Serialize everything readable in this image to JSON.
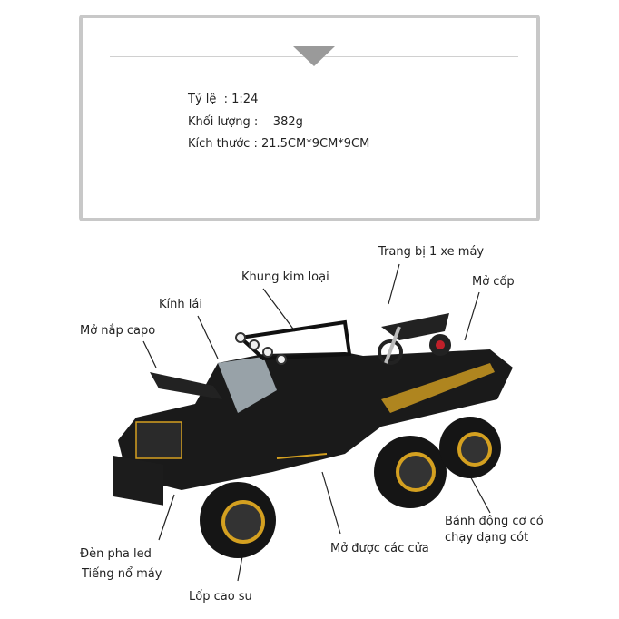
{
  "specs": {
    "scale": "Tỷ lệ  : 1:24",
    "weight": "Khối lượng :    382g",
    "size": "Kích thước : 21.5CM*9CM*9CM"
  },
  "labels": {
    "motorbike": "Trang bị 1 xe máy",
    "frame": "Khung kim loại",
    "trunk": "Mở cốp",
    "windshield": "Kính lái",
    "hood": "Mở nắp capo",
    "headlight": "Đèn pha led",
    "engine_sound": "Tiếng nổ máy",
    "tire": "Lốp cao su",
    "doors": "Mở được các cửa",
    "drive_line1": "Bánh động cơ có",
    "drive_line2": "chạy dạng cót"
  },
  "colors": {
    "body": "#1a1a1a",
    "accent": "#d4a020",
    "border": "#c8c8c8"
  }
}
